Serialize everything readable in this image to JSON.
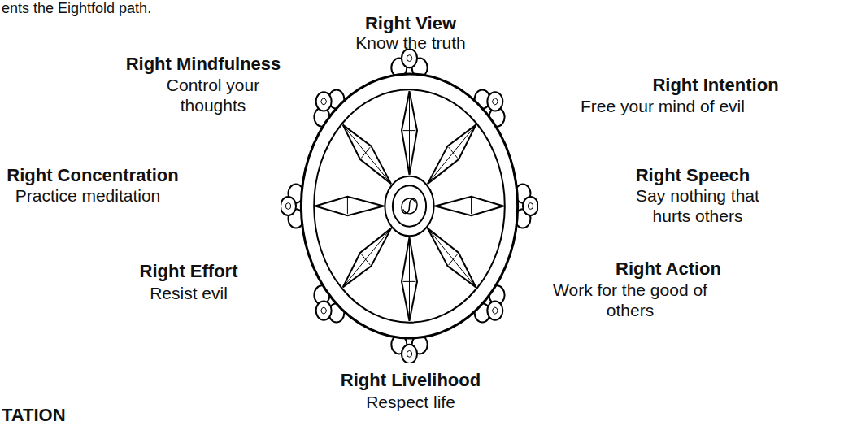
{
  "diagram": {
    "labels": [
      "ents the Eightfold path.",
      "Right View",
      "Know the truth",
      "Right Mindfulness",
      "Control your thoughts",
      "Right Intention",
      "Free your mind of evil",
      "Right Concentration",
      "Practice meditation",
      "Right Speech",
      "Say nothing that hurts others",
      "Right Effort",
      "Resist evil",
      "Right Action",
      "Work for the good of others",
      "Right Livelihood",
      "Respect life",
      "TATION"
    ]
  }
}
